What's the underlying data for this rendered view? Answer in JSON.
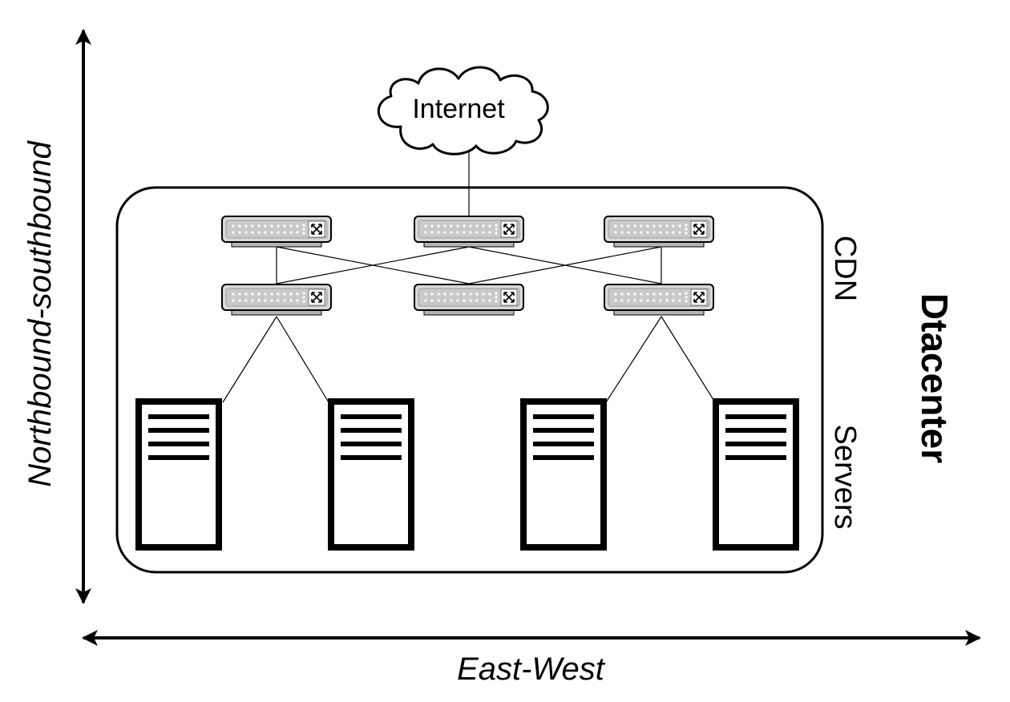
{
  "diagram": {
    "cloud_label": "Internet",
    "tier_labels": {
      "cdn": "CDN",
      "servers": "Servers"
    },
    "side_title": "Dtacenter",
    "axes": {
      "vertical": "Northbound-southbound",
      "horizontal": "East-West"
    }
  },
  "nodes": {
    "cloud": {
      "name": "internet-cloud",
      "icon": "cloud-icon"
    },
    "switches": [
      {
        "name": "switch-top-left",
        "icon": "switch-icon"
      },
      {
        "name": "switch-top-center",
        "icon": "switch-icon"
      },
      {
        "name": "switch-top-right",
        "icon": "switch-icon"
      },
      {
        "name": "switch-bottom-left",
        "icon": "switch-icon"
      },
      {
        "name": "switch-bottom-center",
        "icon": "switch-icon"
      },
      {
        "name": "switch-bottom-right",
        "icon": "switch-icon"
      }
    ],
    "servers": [
      {
        "name": "server-1",
        "icon": "server-icon"
      },
      {
        "name": "server-2",
        "icon": "server-icon"
      },
      {
        "name": "server-3",
        "icon": "server-icon"
      },
      {
        "name": "server-4",
        "icon": "server-icon"
      }
    ]
  },
  "edges": [
    [
      "internet-cloud",
      "switch-top-center"
    ],
    [
      "switch-top-left",
      "switch-bottom-left"
    ],
    [
      "switch-top-left",
      "switch-bottom-center"
    ],
    [
      "switch-top-center",
      "switch-bottom-left"
    ],
    [
      "switch-top-center",
      "switch-bottom-right"
    ],
    [
      "switch-top-right",
      "switch-bottom-center"
    ],
    [
      "switch-top-right",
      "switch-bottom-right"
    ],
    [
      "switch-bottom-left",
      "server-1"
    ],
    [
      "switch-bottom-left",
      "server-2"
    ],
    [
      "switch-bottom-right",
      "server-3"
    ],
    [
      "switch-bottom-right",
      "server-4"
    ]
  ],
  "colors": {
    "line": "#000000",
    "switch_fill": "#d9d9d9",
    "switch_dark": "#bdbdbd",
    "background": "#ffffff"
  }
}
